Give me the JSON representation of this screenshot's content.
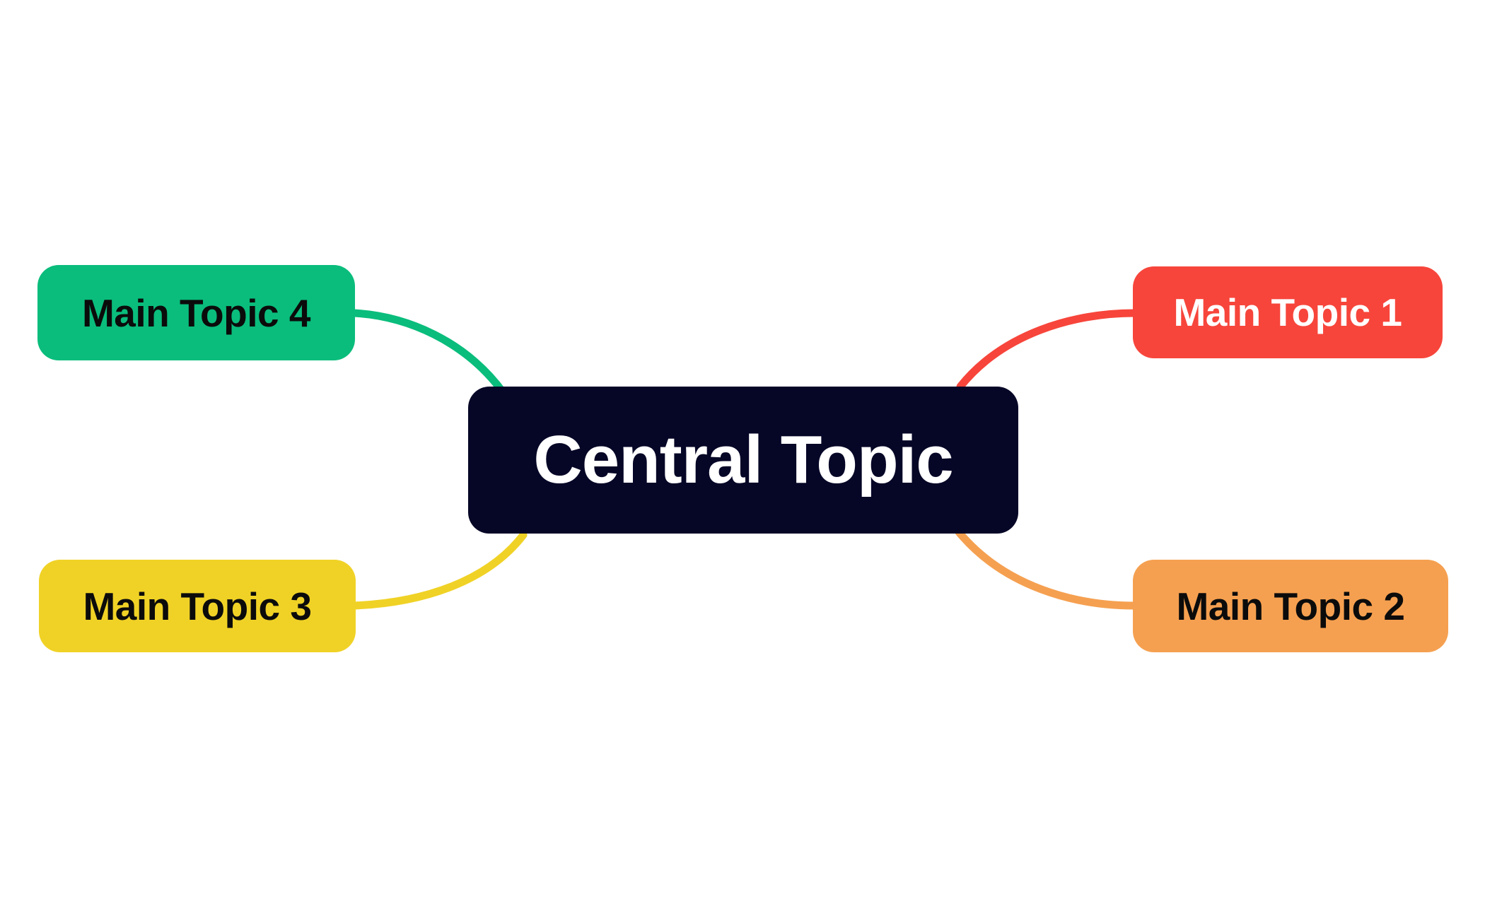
{
  "canvas": {
    "background_color": "#FFFFFF"
  },
  "central_topic": {
    "label": "Central Topic",
    "bg_color": "#060627",
    "text_color": "#FFFFFF"
  },
  "main_topics": [
    {
      "label": "Main Topic 1",
      "position": "top-right",
      "bg_color": "#F7453B",
      "text_color": "#FFFFFF",
      "connector_color": "#F7453B"
    },
    {
      "label": "Main Topic 2",
      "position": "bottom-right",
      "bg_color": "#F5A050",
      "text_color": "#0B0B0B",
      "connector_color": "#F5A050"
    },
    {
      "label": "Main Topic 3",
      "position": "bottom-left",
      "bg_color": "#F0D226",
      "text_color": "#0B0B0B",
      "connector_color": "#F0D226"
    },
    {
      "label": "Main Topic 4",
      "position": "top-left",
      "bg_color": "#0ABD7C",
      "text_color": "#0B0B0B",
      "connector_color": "#0ABD7C"
    }
  ]
}
